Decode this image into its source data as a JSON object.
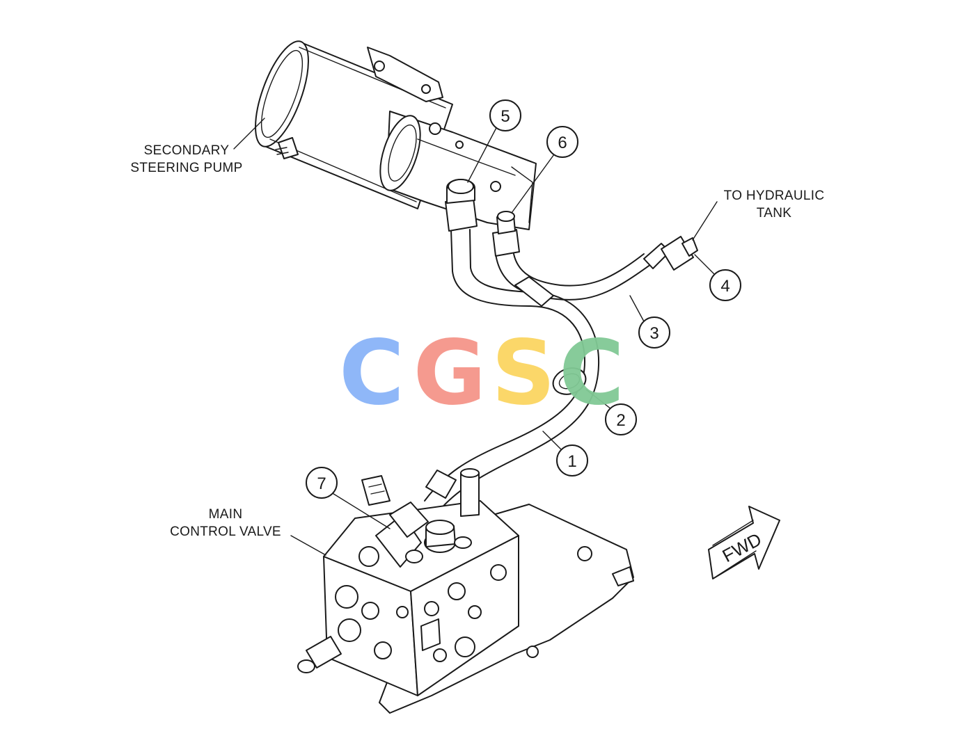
{
  "labels": {
    "pump_line1": "SECONDARY",
    "pump_line2": "STEERING PUMP",
    "tank_line1": "TO HYDRAULIC",
    "tank_line2": "TANK",
    "valve_line1": "MAIN",
    "valve_line2": "CONTROL VALVE",
    "direction": "FWD"
  },
  "callouts": [
    "1",
    "2",
    "3",
    "4",
    "5",
    "6",
    "7"
  ],
  "watermark": {
    "letters": [
      "C",
      "G",
      "S",
      "C"
    ],
    "colors": [
      "#8ab4f8",
      "#f5958a",
      "#fbd561",
      "#81c995"
    ]
  }
}
